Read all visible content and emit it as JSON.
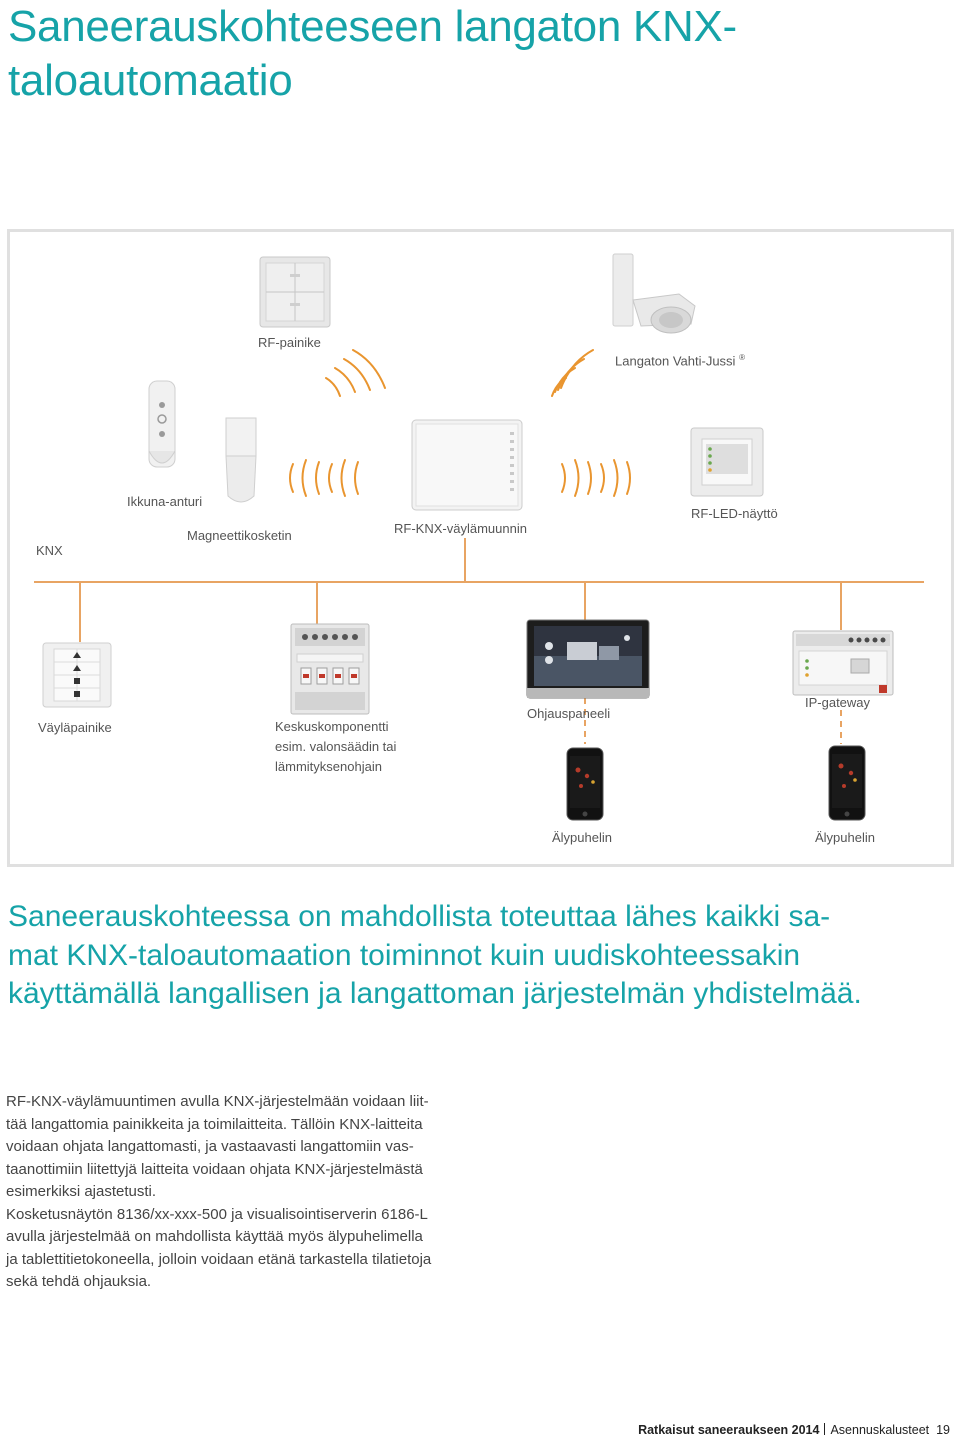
{
  "title": "Saneerauskohteeseen langaton KNX-taloautomaatio",
  "title_lines": [
    "Saneerauskohteeseen langaton KNX-",
    "taloautomaatio"
  ],
  "diagram": {
    "labels": {
      "rf_painike": "RF-painike",
      "vahti_jussi": "Langaton Vahti-Jussi",
      "vahti_jussi_mark": "®",
      "ikkuna_anturi": "Ikkuna-anturi",
      "magneettikosketin": "Magneettikosketin",
      "rf_knx": "RF-KNX-väylämuunnin",
      "rf_led": "RF-LED-näyttö",
      "knx": "KNX",
      "vaylapainike": "Väyläpainike",
      "keskus_lines": [
        "Keskuskomponentti",
        "esim. valonsäädin tai",
        "lämmityksenohjain"
      ],
      "ohjauspaneeli": "Ohjauspaneeli",
      "ip_gateway": "IP-gateway",
      "alypuhelin_1": "Älypuhelin",
      "alypuhelin_2": "Älypuhelin"
    },
    "colors": {
      "wire": "#e8a463",
      "waves": "#e9952f",
      "border": "#e0e0e0",
      "accent": "#16a3a8"
    }
  },
  "lead_lines": [
    "Saneerauskohteessa on mahdollista toteuttaa lähes kaikki sa-",
    "mat KNX-taloautomaation toiminnot kuin uudiskohteessakin",
    "käyttämällä langallisen ja langattoman järjestelmän yhdistelmää."
  ],
  "body_lines": [
    "RF-KNX-väylämuuntimen avulla KNX-järjestelmään voidaan liit-",
    "tää langattomia painikkeita ja toimilaitteita. Tällöin KNX-laitteita",
    "voidaan ohjata langattomasti, ja vastaavasti langattomiin vas-",
    "taanottimiin liitettyjä laitteita voidaan ohjata KNX-järjestelmästä",
    "esimerkiksi ajastetusti.",
    "Kosketusnäytön 8136/xx-xxx-500 ja visualisointiserverin 6186-L",
    "avulla järjestelmää on mahdollista käyttää myös älypuhelimella",
    "ja tablettitietokoneella, jolloin voidaan etänä tarkastella tilatietoja",
    "sekä tehdä ohjauksia."
  ],
  "footer": {
    "section": "Ratkaisut saneeraukseen 2014",
    "catalog": "Asennuskalusteet",
    "page": "19"
  }
}
